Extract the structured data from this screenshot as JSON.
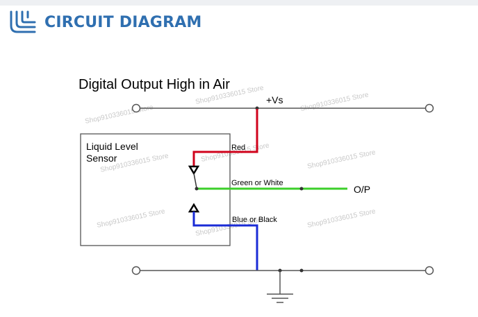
{
  "header": {
    "title": "CIRCUIT DIAGRAM",
    "logo_icon": "circuit-chip-icon",
    "accent_color": "#2f6fb0"
  },
  "diagram": {
    "title": "Digital Output High in Air",
    "supply_label": "+Vs",
    "sensor_label_line1": "Liquid Level",
    "sensor_label_line2": "Sensor",
    "wire_red_label": "Red",
    "wire_green_label": "Green or White",
    "wire_blue_label": "Blue or Black",
    "output_label": "O/P",
    "wire_colors": {
      "red": "#d0021b",
      "green": "#3ccf2a",
      "blue": "#1a2bd6",
      "rail": "#555555"
    },
    "watermark": "Shop910336015 Store"
  }
}
